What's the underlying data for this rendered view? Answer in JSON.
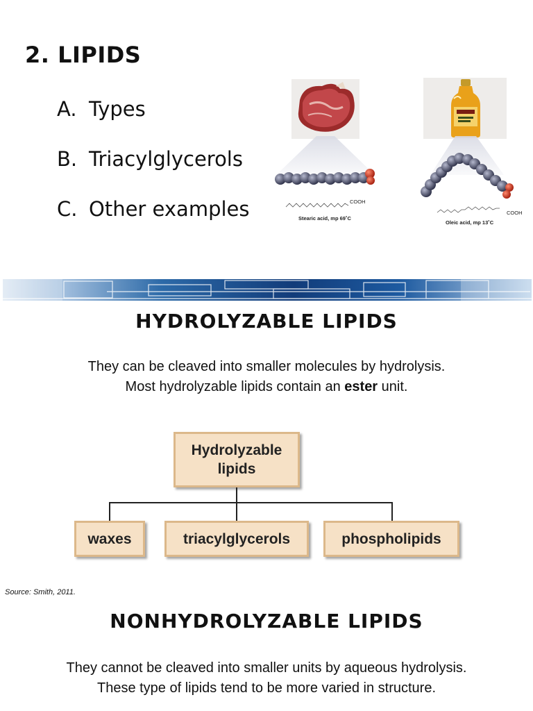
{
  "slide1": {
    "title": "2. LIPIDS",
    "toc": [
      {
        "letter": "A.",
        "text": "Types"
      },
      {
        "letter": "B.",
        "text": "Triacylglycerols"
      },
      {
        "letter": "C.",
        "text": "Other examples"
      }
    ],
    "figures": [
      {
        "photo": "steak-photo",
        "model": "stearic-acid-model",
        "cooh": "COOH",
        "caption": "Stearic acid, mp 69˚C"
      },
      {
        "photo": "olive-oil-bottle-photo",
        "model": "oleic-acid-model",
        "cooh": "COOH",
        "caption": "Oleic acid, mp 13˚C"
      }
    ]
  },
  "slide2": {
    "heading": "HYDROLYZABLE LIPIDS",
    "line1": "They can be cleaved into smaller molecules by hydrolysis.",
    "line2_before": "Most hydrolyzable lipids contain an ",
    "line2_bold": "ester",
    "line2_after": " unit.",
    "diagram": {
      "root": [
        "Hydrolyzable",
        "lipids"
      ],
      "children": [
        "waxes",
        "triacylglycerols",
        "phospholipids"
      ]
    },
    "source": "Source: Smith, 2011."
  },
  "slide3": {
    "heading": "NONHYDROLYZABLE LIPIDS",
    "line1": "They cannot be cleaved into smaller units by aqueous hydrolysis.",
    "line2": "These type of lipids tend to be more varied in structure."
  },
  "colors": {
    "box_fill": "#f6e1c6",
    "box_border": "#dcb88a",
    "banner_blue": "#1f5fa8"
  }
}
